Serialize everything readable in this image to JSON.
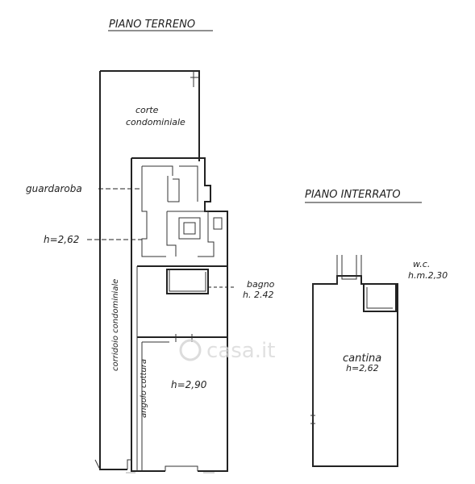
{
  "ground_floor": {
    "title": "PIANO  TERRENO",
    "corte_line1": "corte",
    "corte_line2": "condominiale",
    "guardaroba": "guardaroba",
    "height_main": "h=2,62",
    "corridoio": "corridoio  condominiale",
    "bagno_line1": "bagno",
    "bagno_line2": "h.  2.42",
    "angolo_cottura": "angolo  cottura",
    "height_room": "h=2,90"
  },
  "basement": {
    "title": "PIANO  INTERRATO",
    "wc_line1": "w.c.",
    "wc_line2": "h.m.2,30",
    "cantina_line1": "cantina",
    "cantina_line2": "h=2,62"
  },
  "watermark": "casa.it"
}
